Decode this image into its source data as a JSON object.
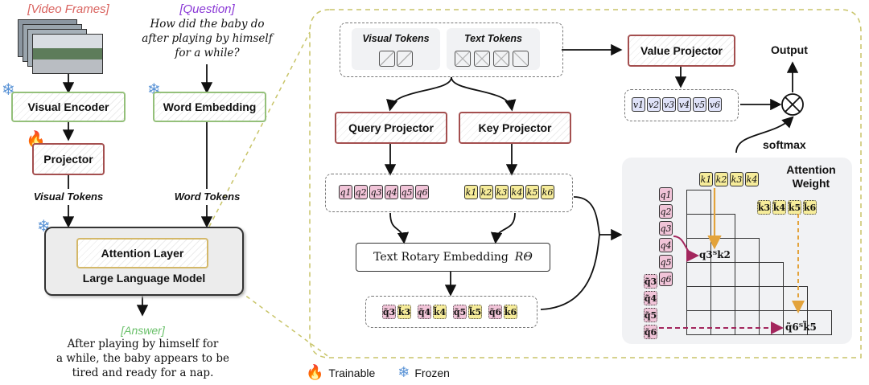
{
  "left": {
    "video_frames_label": "[Video Frames]",
    "question_label": "[Question]",
    "question_text": [
      "How did the baby do",
      "after playing by himself",
      "for a while?"
    ],
    "visual_encoder": "Visual Encoder",
    "word_embedding": "Word Embedding",
    "projector": "Projector",
    "visual_tokens": "Visual Tokens",
    "word_tokens": "Word Tokens",
    "attention_layer": "Attention Layer",
    "llm": "Large Language Model",
    "answer_label": "[Answer]",
    "answer_text": [
      "After playing by himself for",
      "a while, the baby appears to be",
      "tired and ready for a nap."
    ]
  },
  "right": {
    "visual_tokens": "Visual Tokens",
    "text_tokens": "Text Tokens",
    "query_projector": "Query Projector",
    "key_projector": "Key Projector",
    "value_projector": "Value Projector",
    "output": "Output",
    "softmax": "softmax",
    "rotary": "Text Rotary Embedding",
    "rotary_symbol": "RΘ",
    "attention_weight": [
      "Attention",
      "Weight"
    ],
    "q_tokens": [
      "q1",
      "q2",
      "q3",
      "q4",
      "q5",
      "q6"
    ],
    "k_tokens": [
      "k1",
      "k2",
      "k3",
      "k4",
      "k5",
      "k6"
    ],
    "v_tokens": [
      "v1",
      "v2",
      "v3",
      "v4",
      "v5",
      "v6"
    ],
    "rot_pairs": [
      [
        "q̃3",
        "k̃3"
      ],
      [
        "q̃4",
        "k̃4"
      ],
      [
        "q̃5",
        "k̃5"
      ],
      [
        "q̃6",
        "k̃6"
      ]
    ],
    "attn_k_top": [
      "k1",
      "k2",
      "k3",
      "k4"
    ],
    "attn_k_rot": [
      "k̃3",
      "k̃4",
      "k̃5",
      "k̃6"
    ],
    "attn_q": [
      "q1",
      "q2",
      "q3",
      "q4",
      "q5",
      "q6"
    ],
    "attn_q_rot": [
      "q̃3",
      "q̃4",
      "q̃5",
      "q̃6"
    ],
    "cell_label_1": "q3ᵀk2",
    "cell_label_2": "q̃6ᵀk̃5"
  },
  "legend": {
    "trainable": "Trainable",
    "frozen": "Frozen",
    "trainable_icon": "🔥",
    "frozen_icon": "❄"
  },
  "colors": {
    "frozen_border": "#94c07a",
    "trainable_border": "#a44f4f",
    "query": "#f1c4d8",
    "key": "#f6ec9a",
    "value": "#dfe2f8",
    "zoom_outline": "#c8c468"
  }
}
